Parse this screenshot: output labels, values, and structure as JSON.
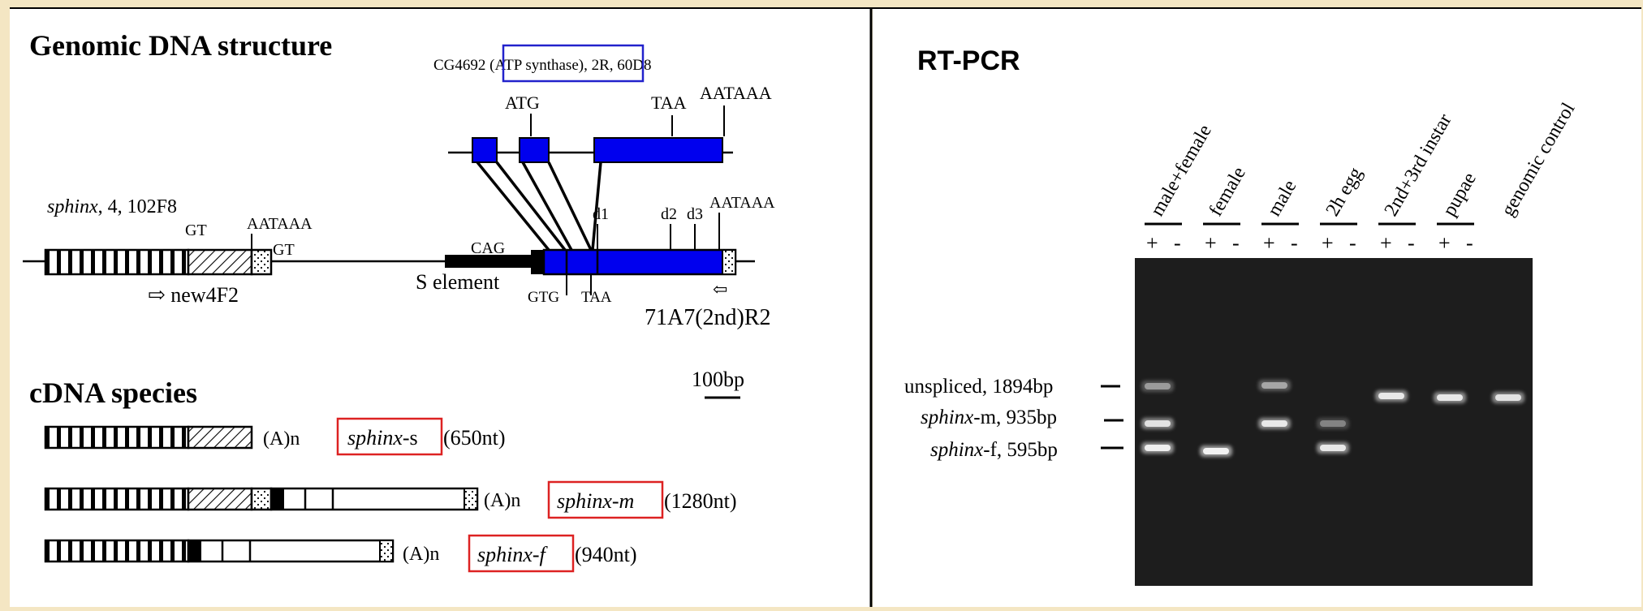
{
  "genomic": {
    "title": "Genomic DNA structure",
    "cg_prefix": "CG4692 ",
    "cg_boxed": "(ATP synthase)",
    "cg_suffix": ", 2R, 60D8",
    "atg": "ATG",
    "taa_top": "TAA",
    "aataaa_top": "AATAAA",
    "sphinx_name": "sphinx",
    "sphinx_loc": ", 4, 102F8",
    "gt1": "GT",
    "aataaa_mid": "AATAAA",
    "gt2": "GT",
    "cag": "CAG",
    "s_element": "S element",
    "d1": "d1",
    "d2": "d2",
    "d3": "d3",
    "aataaa_right": "AATAAA",
    "gtg": "GTG",
    "taa_bottom": "TAA",
    "primer_left": "⇨ new4F2",
    "primer_right_arrow": "⇦",
    "primer_right": "71A7(2nd)R2"
  },
  "cdna": {
    "title": "cDNA species",
    "scale": "100bp",
    "species": [
      {
        "polya": "(A)n",
        "name_italic": "sphinx",
        "name_suffix": "-s",
        "length": "(650nt)"
      },
      {
        "polya": "(A)n",
        "name_italic": "sphinx-m",
        "name_suffix": "",
        "length": "(1280nt)"
      },
      {
        "polya": "(A)n",
        "name_italic": "sphinx-f",
        "name_suffix": "",
        "length": "(940nt)"
      }
    ]
  },
  "rtpcr": {
    "title": "RT-PCR",
    "lanes": [
      "male+female",
      "female",
      "male",
      "2h egg",
      "2nd+3rd instar",
      "pupae",
      "genomic control"
    ],
    "plus": "+",
    "minus": "-",
    "bands": [
      {
        "label_prefix": "unspliced, 1894bp",
        "label_italic": "",
        "label_suffix": ""
      },
      {
        "label_prefix": "",
        "label_italic": "sphinx",
        "label_suffix": "-m, 935bp"
      },
      {
        "label_prefix": "",
        "label_italic": "sphinx",
        "label_suffix": "-f, 595bp"
      }
    ]
  },
  "colors": {
    "background": "#f4e6c3",
    "panel": "#ffffff",
    "exon": "#0000ee",
    "highlight_red": "#dd2222",
    "highlight_blue": "#2222cc",
    "gel": "#1d1d1d"
  }
}
